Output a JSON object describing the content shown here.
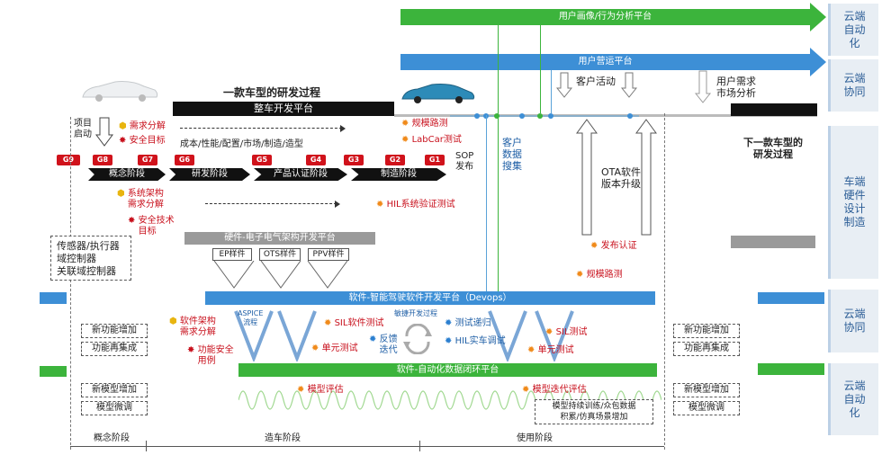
{
  "top_bars": {
    "user_portrait": "用户画像/行为分析平台",
    "user_ops": "用户营运平台",
    "vehicle_dev": "整车开发平台",
    "hw_arch": "硬件-电子电气架构开发平台",
    "sw_devops": "软件-智能驾驶软件开发平台（Devops）",
    "data_loop": "软件-自动化数据闭环平台"
  },
  "titles": {
    "model_dev": "一款车型的研发过程",
    "next_model_dev": "下一款车型的\n研发过程"
  },
  "side_labels": [
    "云端\n自动\n化",
    "云端\n协同",
    "车端\n硬件\n设计\n制造",
    "云端\n协同",
    "云端\n自动\n化"
  ],
  "gates": [
    "G9",
    "G8",
    "G7",
    "G6",
    "G5",
    "G4",
    "G3",
    "G2",
    "G1"
  ],
  "phases": [
    "概念阶段",
    "研发阶段",
    "产品认证阶段",
    "制造阶段"
  ],
  "labels": {
    "project_start": "项目\n启动",
    "req_analysis": "需求分解",
    "safety_goal": "安全目标",
    "cost_line": "成本/性能/配置/市场/制造/造型",
    "sys_arch": "系统架构\n需求分解",
    "safety_tech": "安全技术\n目标",
    "scale_test": "规模路测",
    "labcar_test": "LabCar测试",
    "hil_sys_test": "HIL系统验证测试",
    "sop_release": "SOP\n发布",
    "customer_activity": "客户活动",
    "customer_data": "客户\n数据\n搜集",
    "user_needs": "用户需求\n市场分析",
    "ota_upgrade": "OTA软件\n版本升级",
    "release_cert": "发布认证",
    "scale_road_test": "规模路测",
    "ep_parts": "EP样件",
    "ots_parts": "OTS样件",
    "ppv_parts": "PPV样件",
    "sensors": "传感器/执行器\n域控制器\n关联域控制器",
    "aspice": "ASPICE\n流程",
    "agile": "敏捷开发过程",
    "sw_arch": "软件架构\n需求分解",
    "func_safety": "功能安全\n用例",
    "sil_test": "SIL软件测试",
    "unit_test": "单元测试",
    "feedback": "反馈\n迭代",
    "test_regress": "测试递归",
    "hil_real": "HIL实车调试",
    "sil_test_2": "SIL测试",
    "unit_test_2": "单元测试",
    "model_eval": "模型评估",
    "model_iter_eval": "模型迭代评估",
    "model_train": "模型持续训练/众包数据\n积累/仿真场景增加"
  },
  "left_boxes": [
    "新功能增加",
    "功能再集成",
    "新模型增加",
    "模型微调"
  ],
  "right_boxes": [
    "新功能增加",
    "功能再集成",
    "新模型增加",
    "模型微调"
  ],
  "bottom_phases": [
    "概念阶段",
    "造车阶段",
    "使用阶段"
  ],
  "colors": {
    "green": "#3cb43c",
    "blue": "#3d8fd6",
    "red": "#d0121b",
    "orange": "#f08a1a"
  }
}
